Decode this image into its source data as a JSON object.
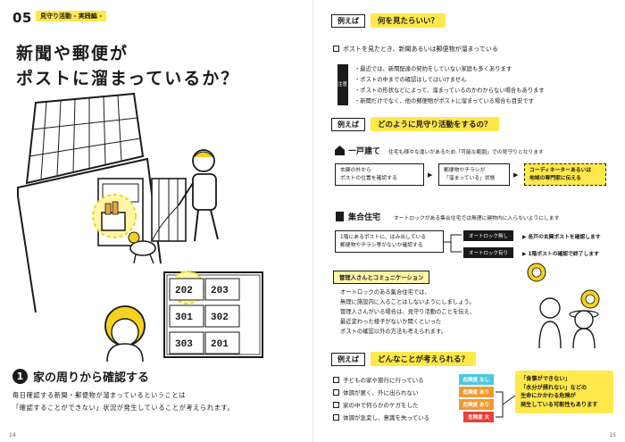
{
  "left": {
    "section_number": "05",
    "section_label": "見守り活動 - 実践編 -",
    "title_line1": "新聞や郵便が",
    "title_line2": "ポストに溜まっているか？",
    "mailbox_numbers": [
      "202",
      "203",
      "301",
      "302",
      "303",
      "201",
      "301"
    ],
    "step_number": "1",
    "step_title": "家の周りから確認する",
    "body_line1": "毎日確認する新聞・郵便物が溜まっているということは",
    "body_line2": "「確認することができない」状況が発生していることが考えられます。",
    "page_number": "14"
  },
  "right": {
    "ex1": {
      "tag": "例えば",
      "question": "何を見たらいい？",
      "check_item": "ポストを見たとき、新聞あるいは郵便物が溜まっている",
      "note_tag": "注意",
      "notes": [
        "・最近では、新聞配達の契約をしていない家庭も多くあります",
        "・ポストの中までの確認はしてはいけません",
        "・ポストの形状などによって、溜まっているのかわからない場合もあります",
        "・新聞だけでなく、他の郵便物がポストに溜まっている場合も目安です"
      ]
    },
    "ex2": {
      "tag": "例えば",
      "question": "どのように見守り活動をするの？",
      "house_label": "一戸建て",
      "house_desc": "住宅も様々な違いがあるため「可能な範囲」での見守りとなります",
      "house_box1_line1": "玄関の外から",
      "house_box1_line2": "ポストの位置を確認する",
      "house_box2_line1": "郵便物やチラシが",
      "house_box2_line2": "「溜まっている」状態",
      "house_box3_line1": "コーディネーターあるいは",
      "house_box3_line2": "地域の専門家に伝える",
      "apt_label": "集合住宅",
      "apt_desc": "オートロックがある集合住宅では無理に建物内に入らないようにします",
      "apt_box_line1": "1階にあるポストに、はみ出している",
      "apt_box_line2": "郵便物やチラシ等がないか確認する",
      "branch1_tag": "オートロック無し",
      "branch1_text": "各戸の玄関ポストを確認します",
      "branch2_tag": "オートロック有り",
      "branch2_text": "1階ポストの確認で終了します",
      "manager_label": "管理人さんとコミュニケーション",
      "manager_lines": [
        "オートロックのある集合住宅では、",
        "無理に施設内に入ることはしないようにしましょう。",
        "管理人さんがいる場合は、見守り活動のことを伝え、",
        "最近変わった様子がないか聞くといった",
        "ポストの確認以外の方法も考えられます。"
      ]
    },
    "ex3": {
      "tag": "例えば",
      "question": "どんなことが考えられる？",
      "items": [
        {
          "text": "子どもの家や旅行に行っている",
          "risk": "危険度 なし"
        },
        {
          "text": "体調が悪く、外に出られない",
          "risk": "危険度 あり"
        },
        {
          "text": "家の中で何らかのケガをした",
          "risk": "危険度 あり"
        },
        {
          "text": "体調が急変し、意識を失っている",
          "risk": "危険度 大"
        }
      ],
      "risk_colors": [
        "#4ec9e0",
        "#f29a2e",
        "#f29a2e",
        "#e5413a"
      ],
      "callout_line1": "「食事ができない」",
      "callout_line2": "「水分が摂れない」などの",
      "callout_line3": "生命にかかわる危険が",
      "callout_line4": "発生している可能性もあります"
    },
    "page_number": "15"
  }
}
